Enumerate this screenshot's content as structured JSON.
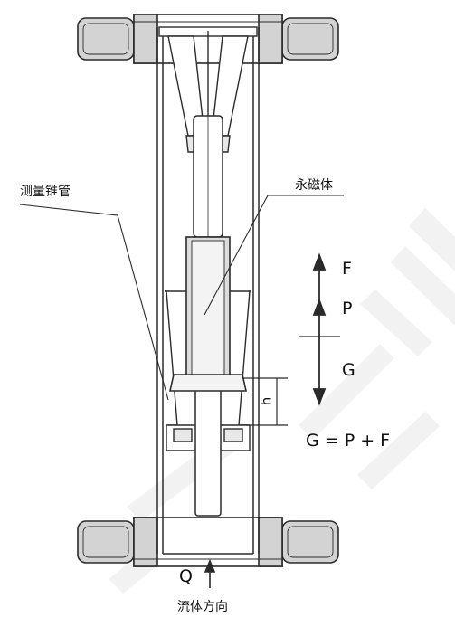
{
  "labels": {
    "cone_tube": "测量锥管",
    "magnet": "永磁体",
    "force_f": "F",
    "force_p": "P",
    "force_g": "G",
    "height": "h",
    "equation": "G = P + F",
    "flow_symbol": "Q",
    "flow_direction": "流体方向"
  },
  "colors": {
    "line": "#2b2b2b",
    "flange_fill": "#d3d3d3",
    "magnet_fill": "#dcdcdc",
    "float_fill": "#f3f3f3",
    "watermark": "#f2f2f2"
  },
  "icons": [
    "force-arrow-icon",
    "flow-arrow-icon"
  ]
}
